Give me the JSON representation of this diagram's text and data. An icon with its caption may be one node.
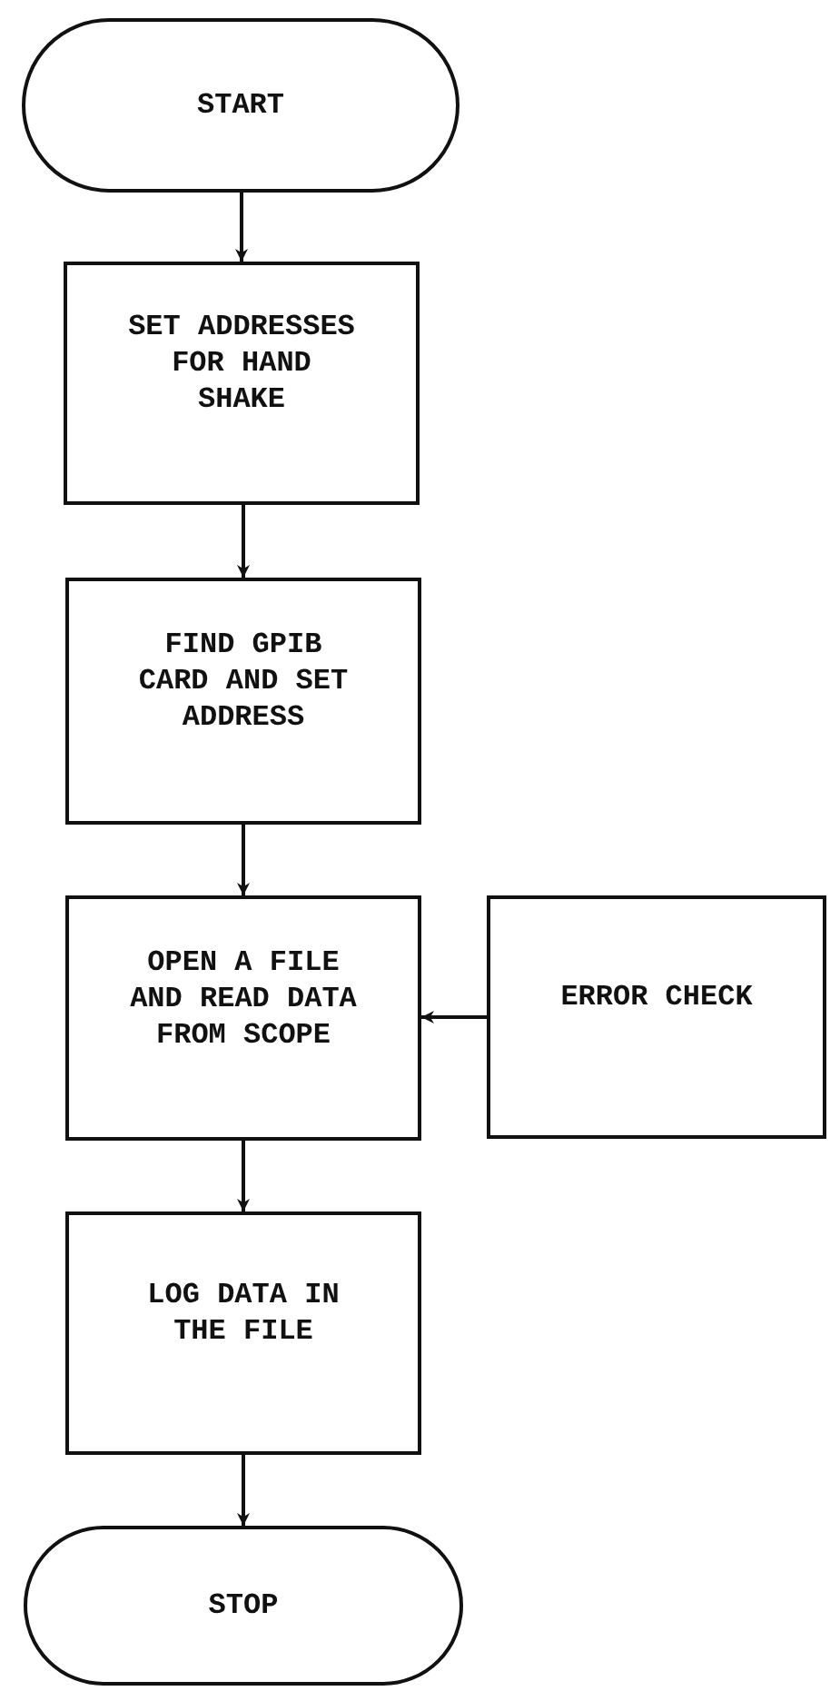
{
  "diagram": {
    "nodes": [
      {
        "text": [
          "START"
        ]
      },
      {
        "text": [
          "SET ADDRESSES FOR HAND SHAKE"
        ]
      },
      {
        "text": [
          "FIND GPIB CARD AND SET ADDRESS"
        ]
      },
      {
        "text": [
          "OPEN A FILE AND READ DATA FROM SCOPE"
        ]
      },
      {
        "text": [
          "ERROR CHECK"
        ]
      },
      {
        "text": [
          "LOG DATA IN THE FILE"
        ]
      },
      {
        "text": [
          "STOP"
        ]
      }
    ],
    "edges": [
      {
        "from": 0,
        "to": 1,
        "arrow": "to"
      },
      {
        "from": 1,
        "to": 2,
        "arrow": "to"
      },
      {
        "from": 2,
        "to": 3,
        "arrow": "to"
      },
      {
        "from": 4,
        "to": 3,
        "arrow": "to"
      },
      {
        "from": 3,
        "to": 5,
        "arrow": "to"
      },
      {
        "from": 5,
        "to": 6,
        "arrow": "to"
      }
    ]
  }
}
